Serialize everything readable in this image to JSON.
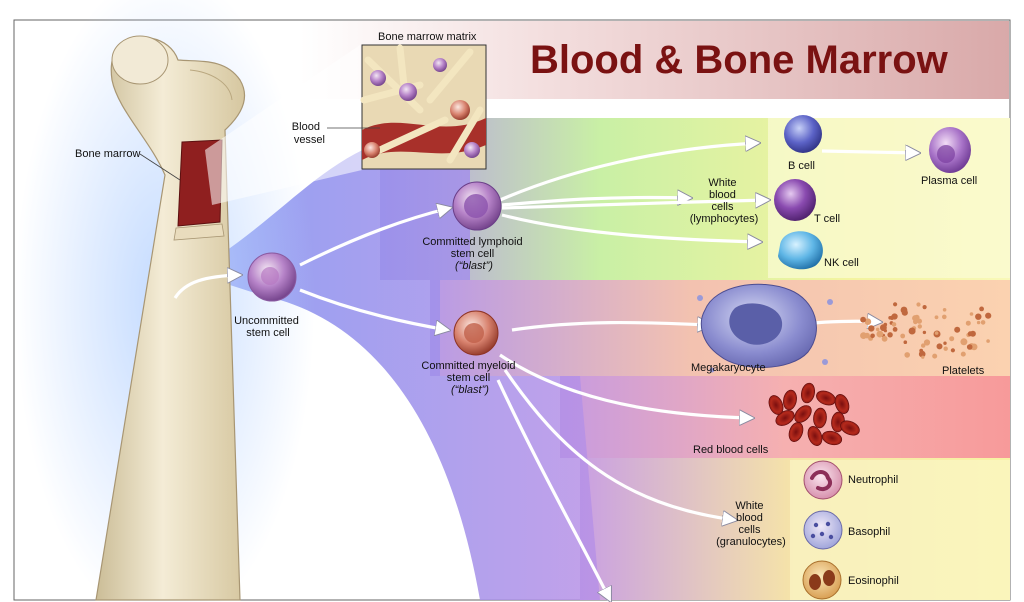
{
  "title": "Blood & Bone Marrow",
  "labels": {
    "bone_marrow": "Bone marrow",
    "bone_marrow_matrix": "Bone marrow matrix",
    "blood_vessel": [
      "Blood",
      "vessel"
    ],
    "uncommitted_stem_cell": [
      "Uncommitted",
      "stem cell"
    ],
    "committed_lymphoid": [
      "Committed lymphoid",
      "stem cell"
    ],
    "lymphoid_blast": "(“blast”)",
    "committed_myeloid": [
      "Committed myeloid",
      "stem cell"
    ],
    "myeloid_blast": "(“blast”)",
    "white_blood_cells_lymphocytes": [
      "White",
      "blood",
      "cells",
      "(lymphocytes)"
    ],
    "b_cell": "B cell",
    "plasma_cell": "Plasma cell",
    "t_cell": "T cell",
    "nk_cell": "NK cell",
    "megakaryocyte": "Megakaryocyte",
    "platelets": "Platelets",
    "red_blood_cells": "Red blood cells",
    "white_blood_cells_granulocytes": [
      "White",
      "blood",
      "cells",
      "(granulocytes)"
    ],
    "neutrophil": "Neutrophil",
    "basophil": "Basophil",
    "eosinophil": "Eosinophil"
  },
  "colors": {
    "title": "#7a1212",
    "lymphoid_band": "#c8f0a0",
    "myeloid_band": "#f9c9a8",
    "red_band": "#f5a3a3",
    "granulocyte_band": "#f8eea0",
    "purple_flow": "#a98be0",
    "bone": "#efe6cf",
    "marrow": "#8f1f1f"
  }
}
